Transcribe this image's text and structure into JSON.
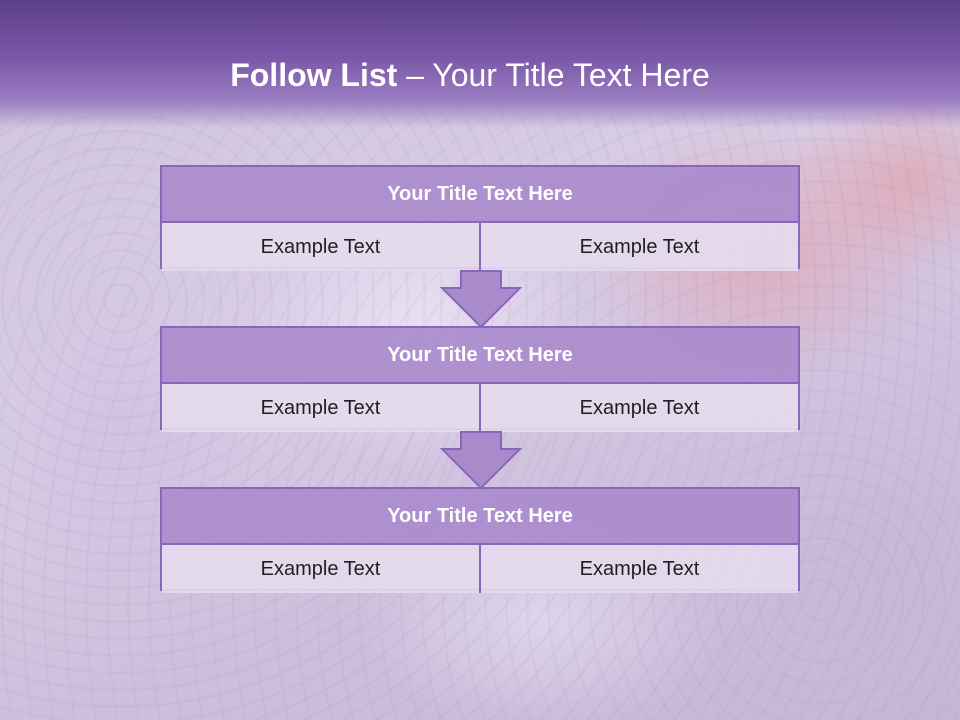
{
  "slide": {
    "title_bold": "Follow List",
    "title_rest": "– Your Title Text Here"
  },
  "blocks": [
    {
      "title": "Your Title Text Here",
      "left": "Example Text",
      "right": "Example Text"
    },
    {
      "title": "Your Title Text Here",
      "left": "Example Text",
      "right": "Example Text"
    },
    {
      "title": "Your Title Text Here",
      "left": "Example Text",
      "right": "Example Text"
    }
  ],
  "colors": {
    "header": "#6b4a98",
    "block_header": "#aa8bcd",
    "block_border": "#8a66bb",
    "cell": "#e4daee",
    "arrow": "#a98bcc"
  }
}
